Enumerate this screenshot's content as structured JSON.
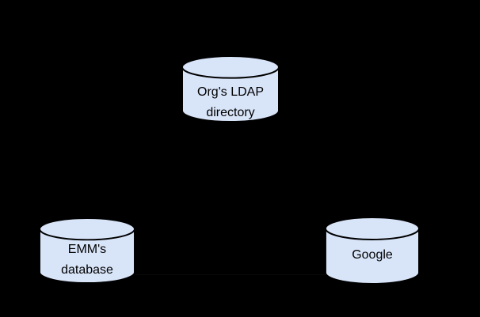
{
  "page": {
    "background_color": "#000000"
  },
  "diagram": {
    "style": {
      "node_fill": "#d8e4f8",
      "node_stroke": "#000000",
      "label_color": "#000000",
      "connector_color": "#0a0a0a"
    },
    "nodes": [
      {
        "id": "org-ldap-directory",
        "shape": "database-cylinder",
        "label_line1": "Org's LDAP",
        "label_line2": "directory"
      },
      {
        "id": "emm-database",
        "shape": "database-cylinder",
        "label_line1": "EMM's",
        "label_line2": "database"
      },
      {
        "id": "google",
        "shape": "database-cylinder",
        "label_line1": "Google",
        "label_line2": ""
      }
    ]
  }
}
